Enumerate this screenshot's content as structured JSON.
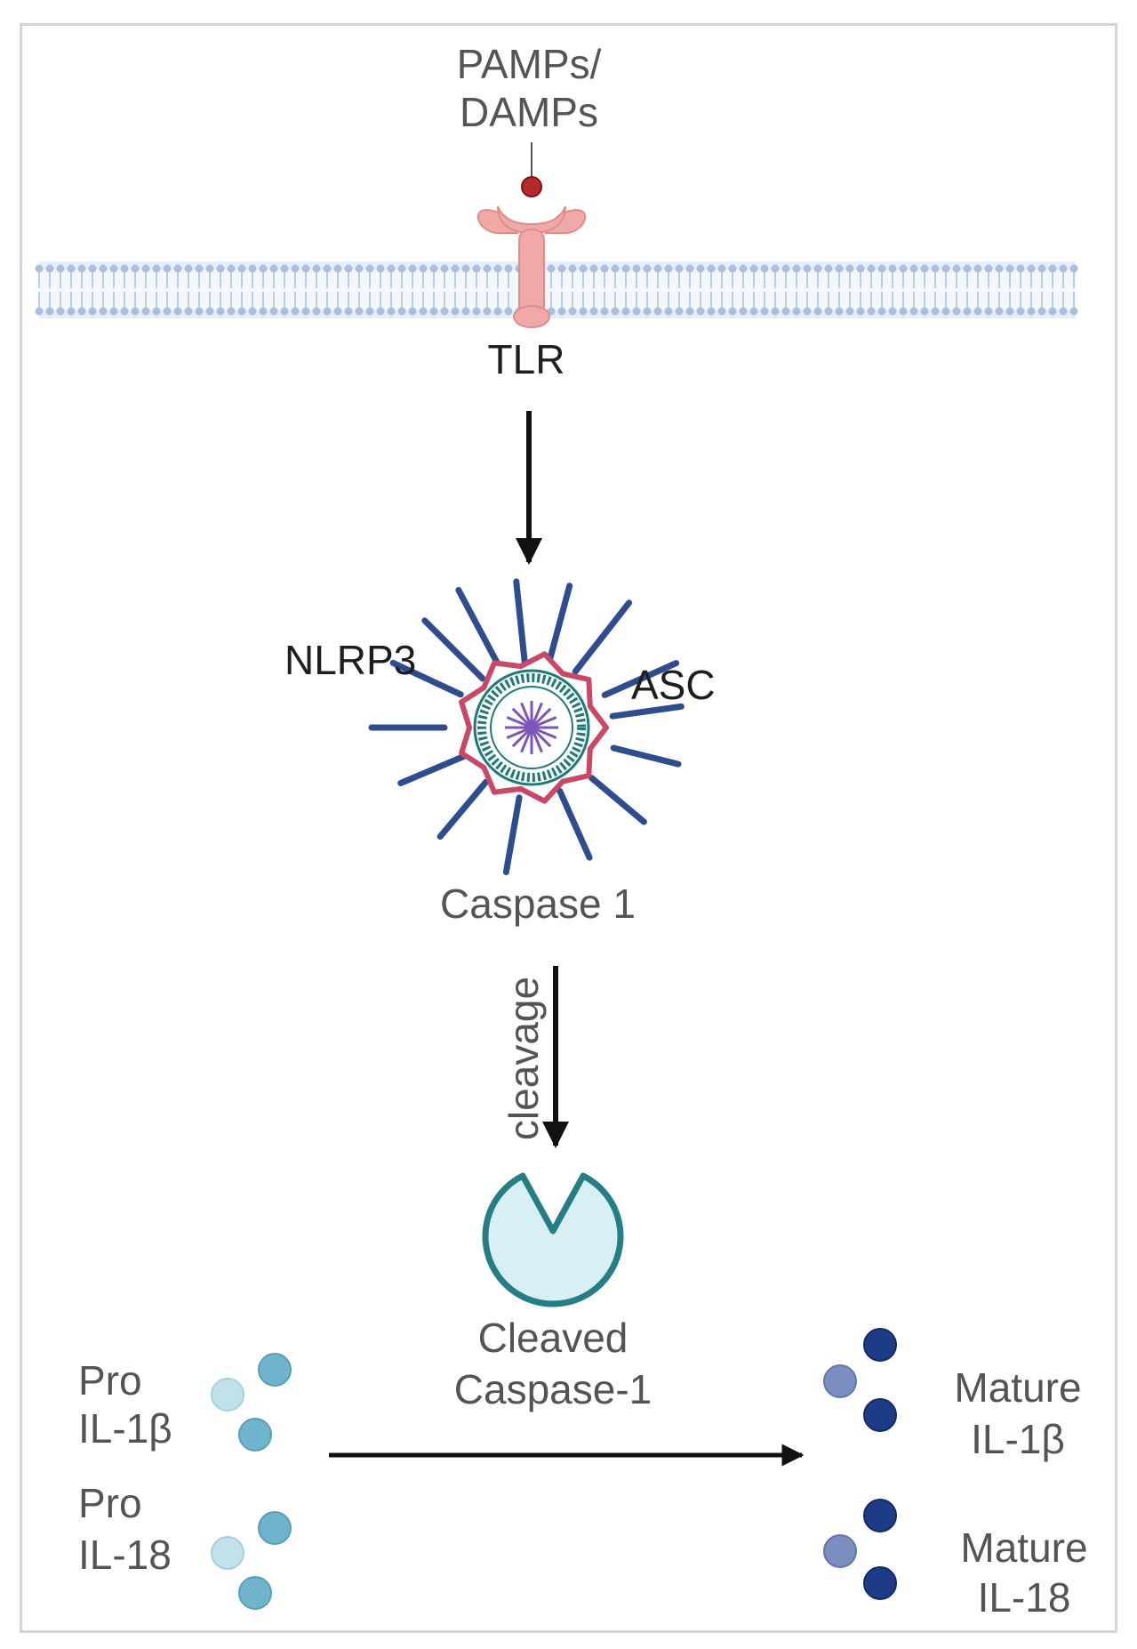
{
  "labels": {
    "pamps_line1": "PAMPs/",
    "pamps_line2": "DAMPs",
    "tlr": "TLR",
    "nlrp3": "NLRP3",
    "asc": "ASC",
    "caspase1": "Caspase 1",
    "cleavage": "cleavage",
    "cleaved_line1": "Cleaved",
    "cleaved_line2": "Caspase-1",
    "pro_il1b_line1": "Pro",
    "pro_il1b_line2": "IL-1β",
    "pro_il18_line1": "Pro",
    "pro_il18_line2": "IL-18",
    "mature_il1b_line1": "Mature",
    "mature_il1b_line2": "IL-1β",
    "mature_il18_line1": "Mature",
    "mature_il18_line2": "IL-18"
  },
  "colors": {
    "receptor": "#f0a9a6",
    "ligand": "#b52a2a",
    "membrane": "#a9bfe0",
    "spoke": "#2e4c8e",
    "asc_ring": "#c94866",
    "inner_ring": "#1e7a78",
    "core": "#7d55b8",
    "cleaved_fill": "#d8eff4",
    "cleaved_stroke": "#257e86",
    "pro_light": "#b8dce8",
    "pro_mid": "#6fb3cc",
    "mature_light": "#7a8fc0",
    "mature_dark": "#1d3b86",
    "arrow": "#111111"
  }
}
